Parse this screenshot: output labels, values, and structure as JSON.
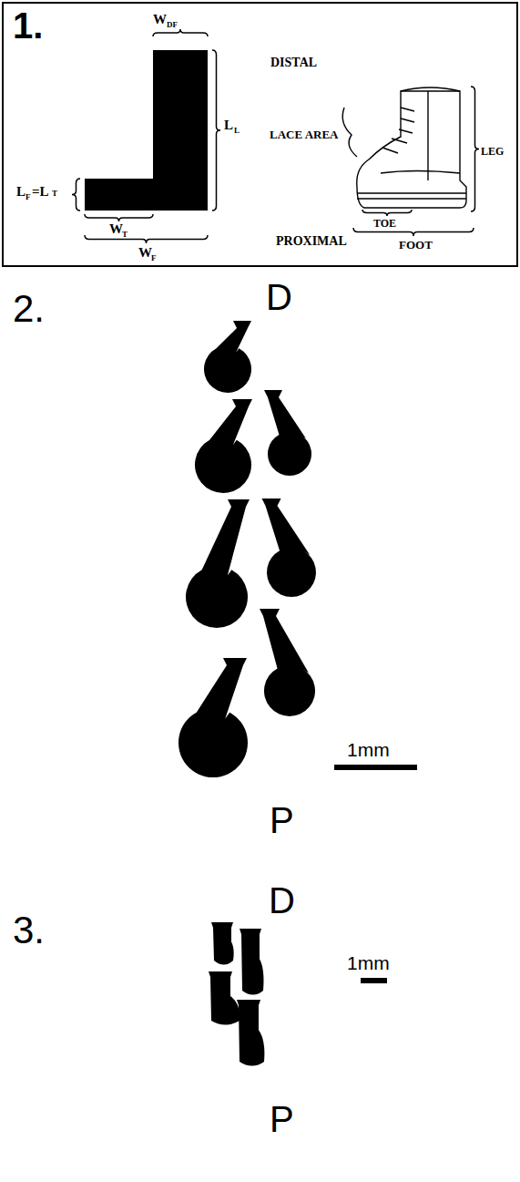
{
  "diagram": {
    "labels": [
      "1.",
      "W",
      "DF",
      "DISTAL",
      "L",
      "L",
      "LACE AREA",
      "LEG",
      "L",
      "F",
      "=L",
      "T",
      "W",
      "T",
      "TOE",
      "W",
      "F",
      "PROXIMAL",
      "FOOT",
      "2.",
      "D",
      "1mm",
      "P",
      "3.",
      "D",
      "1mm",
      "P"
    ]
  }
}
